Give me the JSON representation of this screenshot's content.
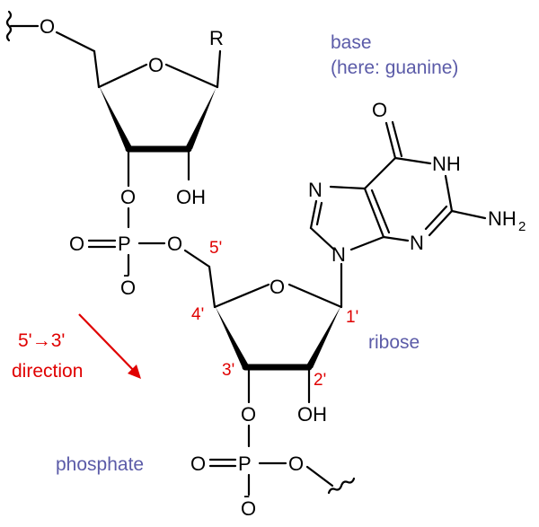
{
  "atoms": {
    "o_top_chain": "O",
    "r_group": "R",
    "o_ring_top": "O",
    "o_3prime_top": "O",
    "oh_top": "OH",
    "o_dbl_top": "O",
    "p_top": "P",
    "o_link": "O",
    "o_minus_top": "O",
    "minus_top": "-",
    "o_carbonyl": "O",
    "n_h": "NH",
    "n_7": "N",
    "nh2": "NH",
    "nh2_sub": "2",
    "n_3": "N",
    "n_9": "N",
    "o_ring_bottom": "O",
    "o_3prime_bottom": "O",
    "oh_bottom": "OH",
    "o_dbl_bottom": "O",
    "p_bottom": "P",
    "o_chain_bottom": "O",
    "o_minus_bottom": "O",
    "minus_bottom": "-"
  },
  "positions": {
    "five_prime": "5'",
    "four_prime": "4'",
    "three_prime": "3'",
    "two_prime": "2'",
    "one_prime": "1'"
  },
  "annotations": {
    "base_line1": "base",
    "base_line2": "(here: guanine)",
    "ribose": "ribose",
    "phosphate": "phosphate",
    "direction_line1": "5'→3'",
    "direction_line2": "direction"
  },
  "colors": {
    "atom": "#000000",
    "position_numbers": "#e00000",
    "annotation": "#5b5ba8",
    "direction": "#e00000"
  }
}
